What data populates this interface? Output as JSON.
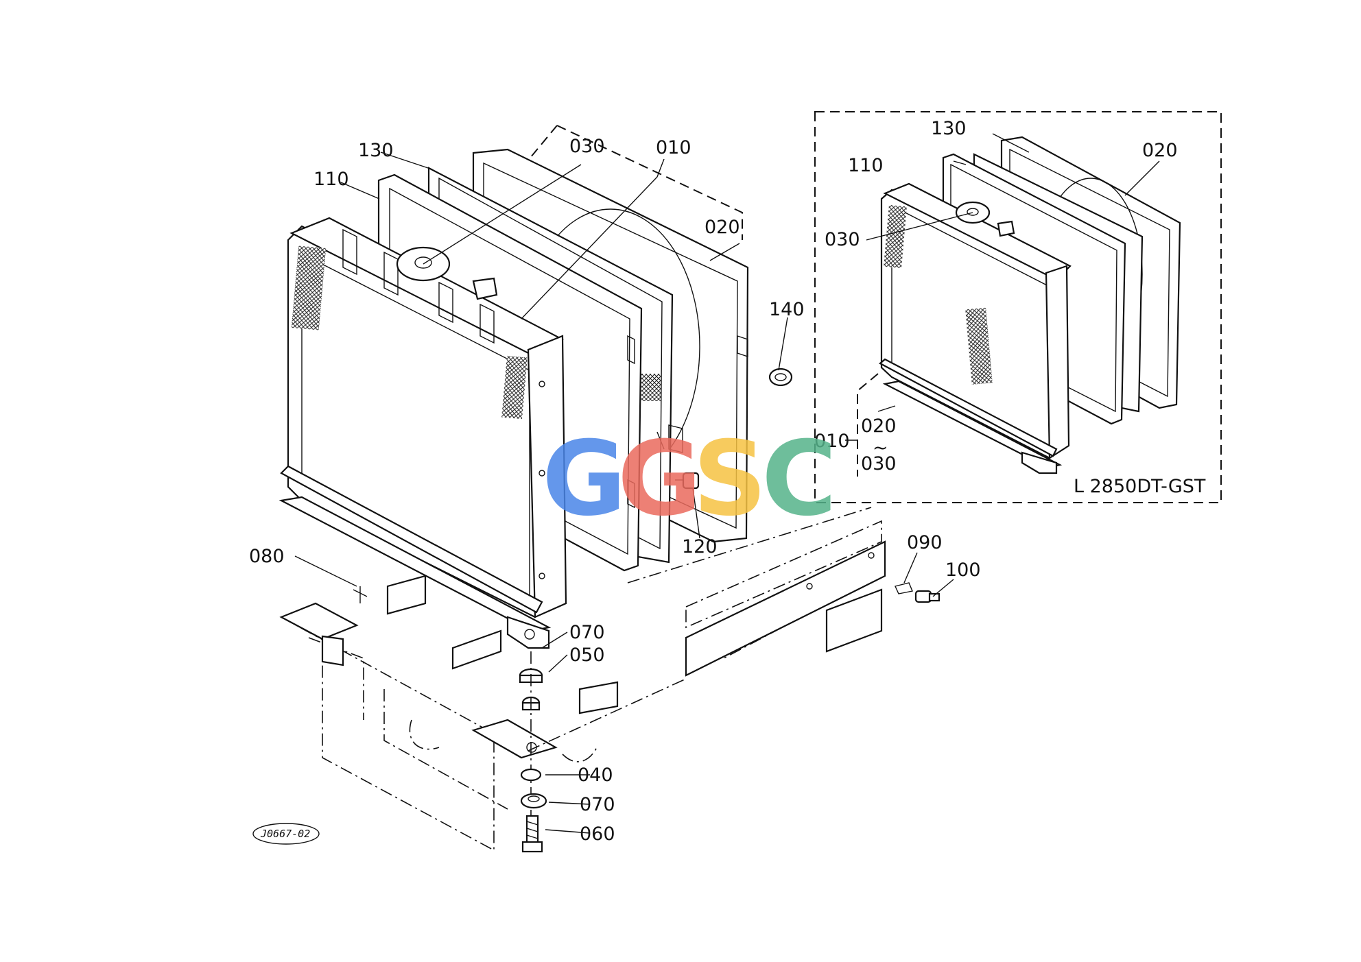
{
  "callouts": {
    "c010": "010",
    "c020": "020",
    "c030": "030",
    "c040": "040",
    "c050": "050",
    "c060": "060",
    "c070a": "070",
    "c070b": "070",
    "c080": "080",
    "c090": "090",
    "c100": "100",
    "c110": "110",
    "c120": "120",
    "c130": "130",
    "c140": "140"
  },
  "inset": {
    "c010": "010",
    "c020": "020",
    "c030": "030",
    "range_from": "020",
    "range_tilde": "~",
    "range_to": "030",
    "c110": "110",
    "c130": "130",
    "c020_top": "020",
    "model": "L 2850DT-GST"
  },
  "reference_code": "J0667-02",
  "watermark": {
    "letters": [
      "G",
      "G",
      "S",
      "C"
    ],
    "colors": [
      "#4a86e8",
      "#ea6b5e",
      "#f6c343",
      "#55b38a"
    ]
  }
}
